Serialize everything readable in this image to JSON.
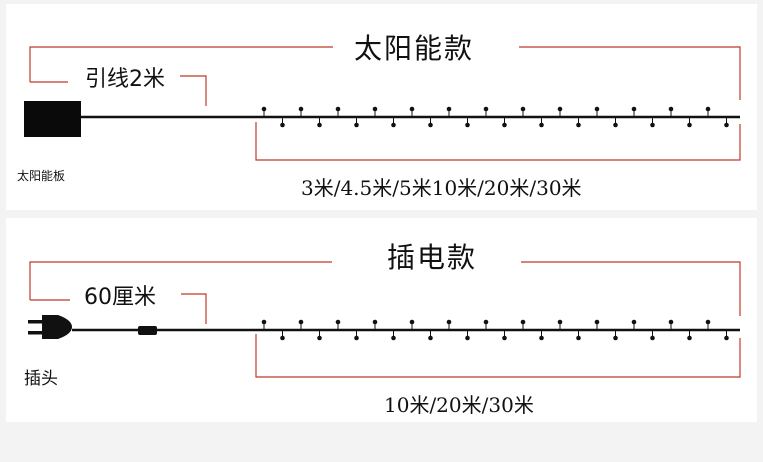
{
  "solar": {
    "title": "太阳能款",
    "lead_label": "引线2米",
    "source_label": "太阳能板",
    "lengths": "3米/4.5米/5米10米/20米/30米"
  },
  "plug": {
    "title": "插电款",
    "lead_label": "60厘米",
    "source_label": "插头",
    "lengths": "10米/20米/30米"
  },
  "colors": {
    "bracket": "#c0392b",
    "wire": "#111111",
    "background": "#f3f3f3",
    "panel": "#ffffff"
  },
  "icons": {
    "solar_source": "solar-panel-box",
    "plug_source": "power-plug"
  }
}
